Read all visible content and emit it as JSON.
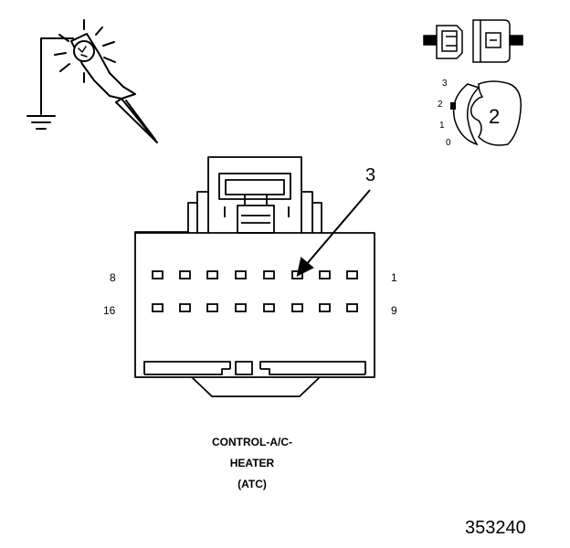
{
  "connector": {
    "title_lines": [
      "CONTROL-A/C-",
      "HEATER",
      "(ATC)"
    ],
    "pin_labels": {
      "top_left": "8",
      "top_right": "1",
      "bottom_left": "16",
      "bottom_right": "9"
    },
    "callout": "3",
    "pins_per_row": 8
  },
  "selector": {
    "positions": [
      "3",
      "2",
      "1",
      "0"
    ],
    "setting": "2"
  },
  "figure_number": "353240",
  "icons": [
    "test-light-probe-icon",
    "ground-symbol-icon",
    "connector-side-view-icon",
    "rotary-selector-icon"
  ]
}
